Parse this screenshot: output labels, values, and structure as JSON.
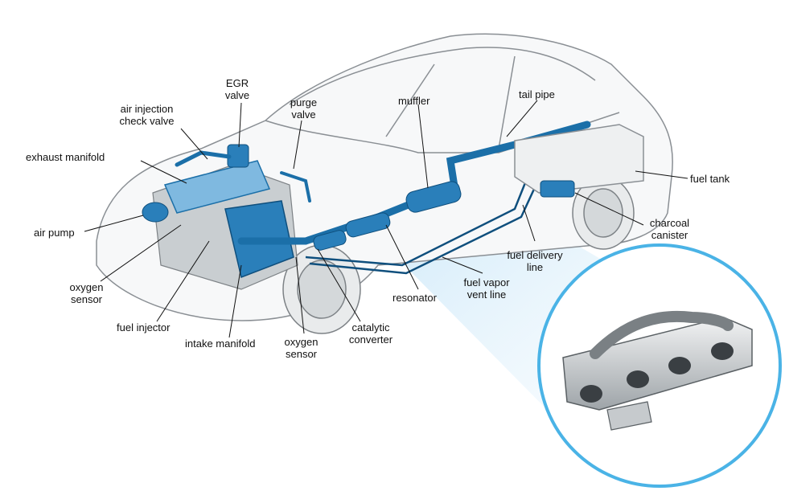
{
  "colors": {
    "accent": "#1b6fa8",
    "accent_light": "#7fb9e0",
    "ring": "#4ab3e6",
    "outline": "#8a8f94",
    "label": "#111111"
  },
  "labels": {
    "egr_valve": "EGR valve",
    "air_injection_check_valve": "air injection check valve",
    "purge_valve": "purge valve",
    "muffler": "muffler",
    "tail_pipe": "tail pipe",
    "exhaust_manifold": "exhaust manifold",
    "fuel_tank": "fuel tank",
    "air_pump": "air pump",
    "charcoal_canister": "charcoal canister",
    "oxygen_sensor_front": "oxygen sensor",
    "fuel_delivery_line": "fuel delivery line",
    "fuel_vapor_vent_line": "fuel vapor vent line",
    "resonator": "resonator",
    "fuel_injector": "fuel injector",
    "catalytic_converter": "catalytic converter",
    "intake_manifold": "intake manifold",
    "oxygen_sensor_rear": "oxygen sensor"
  }
}
